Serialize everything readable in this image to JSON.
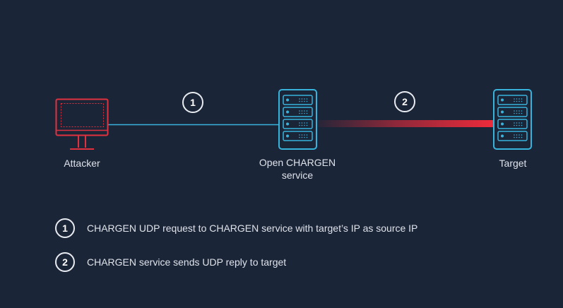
{
  "nodes": {
    "attacker": {
      "label": "Attacker"
    },
    "chargen": {
      "label_line1": "Open CHARGEN",
      "label_line2": "service"
    },
    "target": {
      "label": "Target"
    }
  },
  "steps": [
    {
      "number": "1",
      "text": "CHARGEN UDP request to CHARGEN service with target’s IP as source IP"
    },
    {
      "number": "2",
      "text": "CHARGEN service sends UDP reply to target"
    }
  ],
  "colors": {
    "background": "#1b2538",
    "attacker": "#e0313f",
    "server": "#38b4dc",
    "request_line": "#38b4dc",
    "reply_line": "#ee2b3b"
  }
}
